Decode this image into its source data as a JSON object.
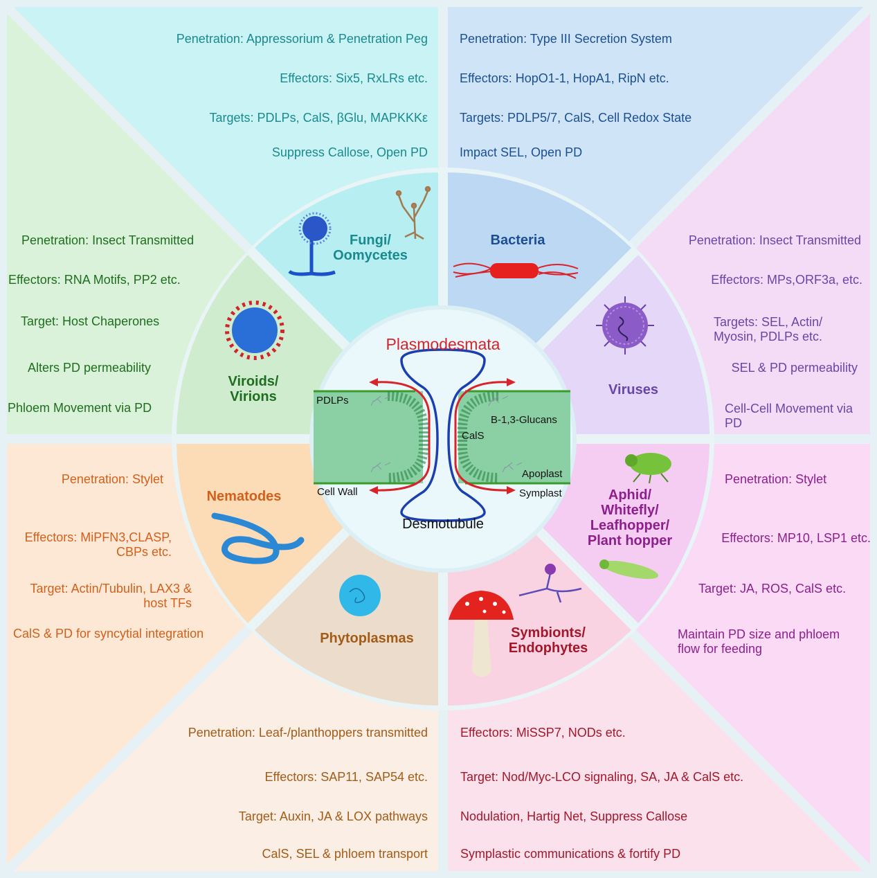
{
  "center": {
    "title": "Plasmodesmata",
    "bottom_label": "Desmotubule",
    "labels": {
      "pdlps": "PDLPs",
      "glucans": "B-1,3-Glucans",
      "cals": "CalS",
      "apoplast": "Apoplast",
      "cell_wall": "Cell Wall",
      "symplast": "Symplast"
    }
  },
  "ring": {
    "fungi": "Fungi/\nOomycetes",
    "bacteria": "Bacteria",
    "viruses": "Viruses",
    "insects": "Aphid/\nWhitefly/\nLeafhopper/\nPlant hopper",
    "symbionts": "Symbionts/\nEndophytes",
    "phytoplasmas": "Phytoplasmas",
    "nematodes": "Nematodes",
    "viroids": "Viroids/\nVirions"
  },
  "panels": {
    "fungi": [
      "Penetration: Appressorium & Penetration Peg",
      "Effectors: Six5, RxLRs etc.",
      "Targets: PDLPs, CalS, βGlu, MAPKKKε",
      "Suppress Callose, Open PD"
    ],
    "bacteria": [
      "Penetration: Type III Secretion System",
      "Effectors: HopO1-1, HopA1, RipN etc.",
      "Targets: PDLP5/7, CalS, Cell Redox State",
      "Impact SEL, Open PD"
    ],
    "viruses": [
      "Penetration: Insect Transmitted",
      "Effectors: MPs,ORF3a, etc.",
      "Targets: SEL, Actin/\nMyosin, PDLPs etc.",
      "SEL & PD permeability",
      "Cell-Cell Movement via\nPD"
    ],
    "insects": [
      "Penetration: Stylet",
      "Effectors: MP10, LSP1 etc.",
      "Target: JA, ROS, CalS etc.",
      "Maintain PD size and phloem\nflow for  feeding"
    ],
    "symbionts": [
      "Effectors: MiSSP7, NODs etc.",
      "Target: Nod/Myc-LCO signaling, SA, JA & CalS etc.",
      "Nodulation, Hartig Net, Suppress Callose",
      "Symplastic communications & fortify PD"
    ],
    "phytoplasmas": [
      "Penetration: Leaf-/planthoppers transmitted",
      "Effectors: SAP11, SAP54 etc.",
      "Target: Auxin, JA & LOX pathways",
      "CalS, SEL & phloem transport"
    ],
    "nematodes": [
      "Penetration: Stylet",
      "Effectors: MiPFN3,CLASP,\nCBPs etc.",
      "Target: Actin/Tubulin, LAX3 &\nhost TFs",
      "CalS & PD for syncytial integration"
    ],
    "viroids": [
      "Penetration: Insect Transmitted",
      "Effectors: RNA Motifs, PP2 etc.",
      "Target: Host Chaperones",
      "Alters PD permeability",
      "Phloem Movement via PD"
    ]
  },
  "colors": {
    "fungi_bg": "#c9f3f4",
    "bacteria_bg": "#cfe4f7",
    "viruses_bg": "#f4dcf6",
    "symbionts_bg": "#fbe1ec",
    "phytoplasma_bg": "#fbeee4",
    "nematode_bg": "#fde8d6",
    "viroid_bg": "#d9f2d9",
    "center_bg": "#ebf8fb"
  }
}
